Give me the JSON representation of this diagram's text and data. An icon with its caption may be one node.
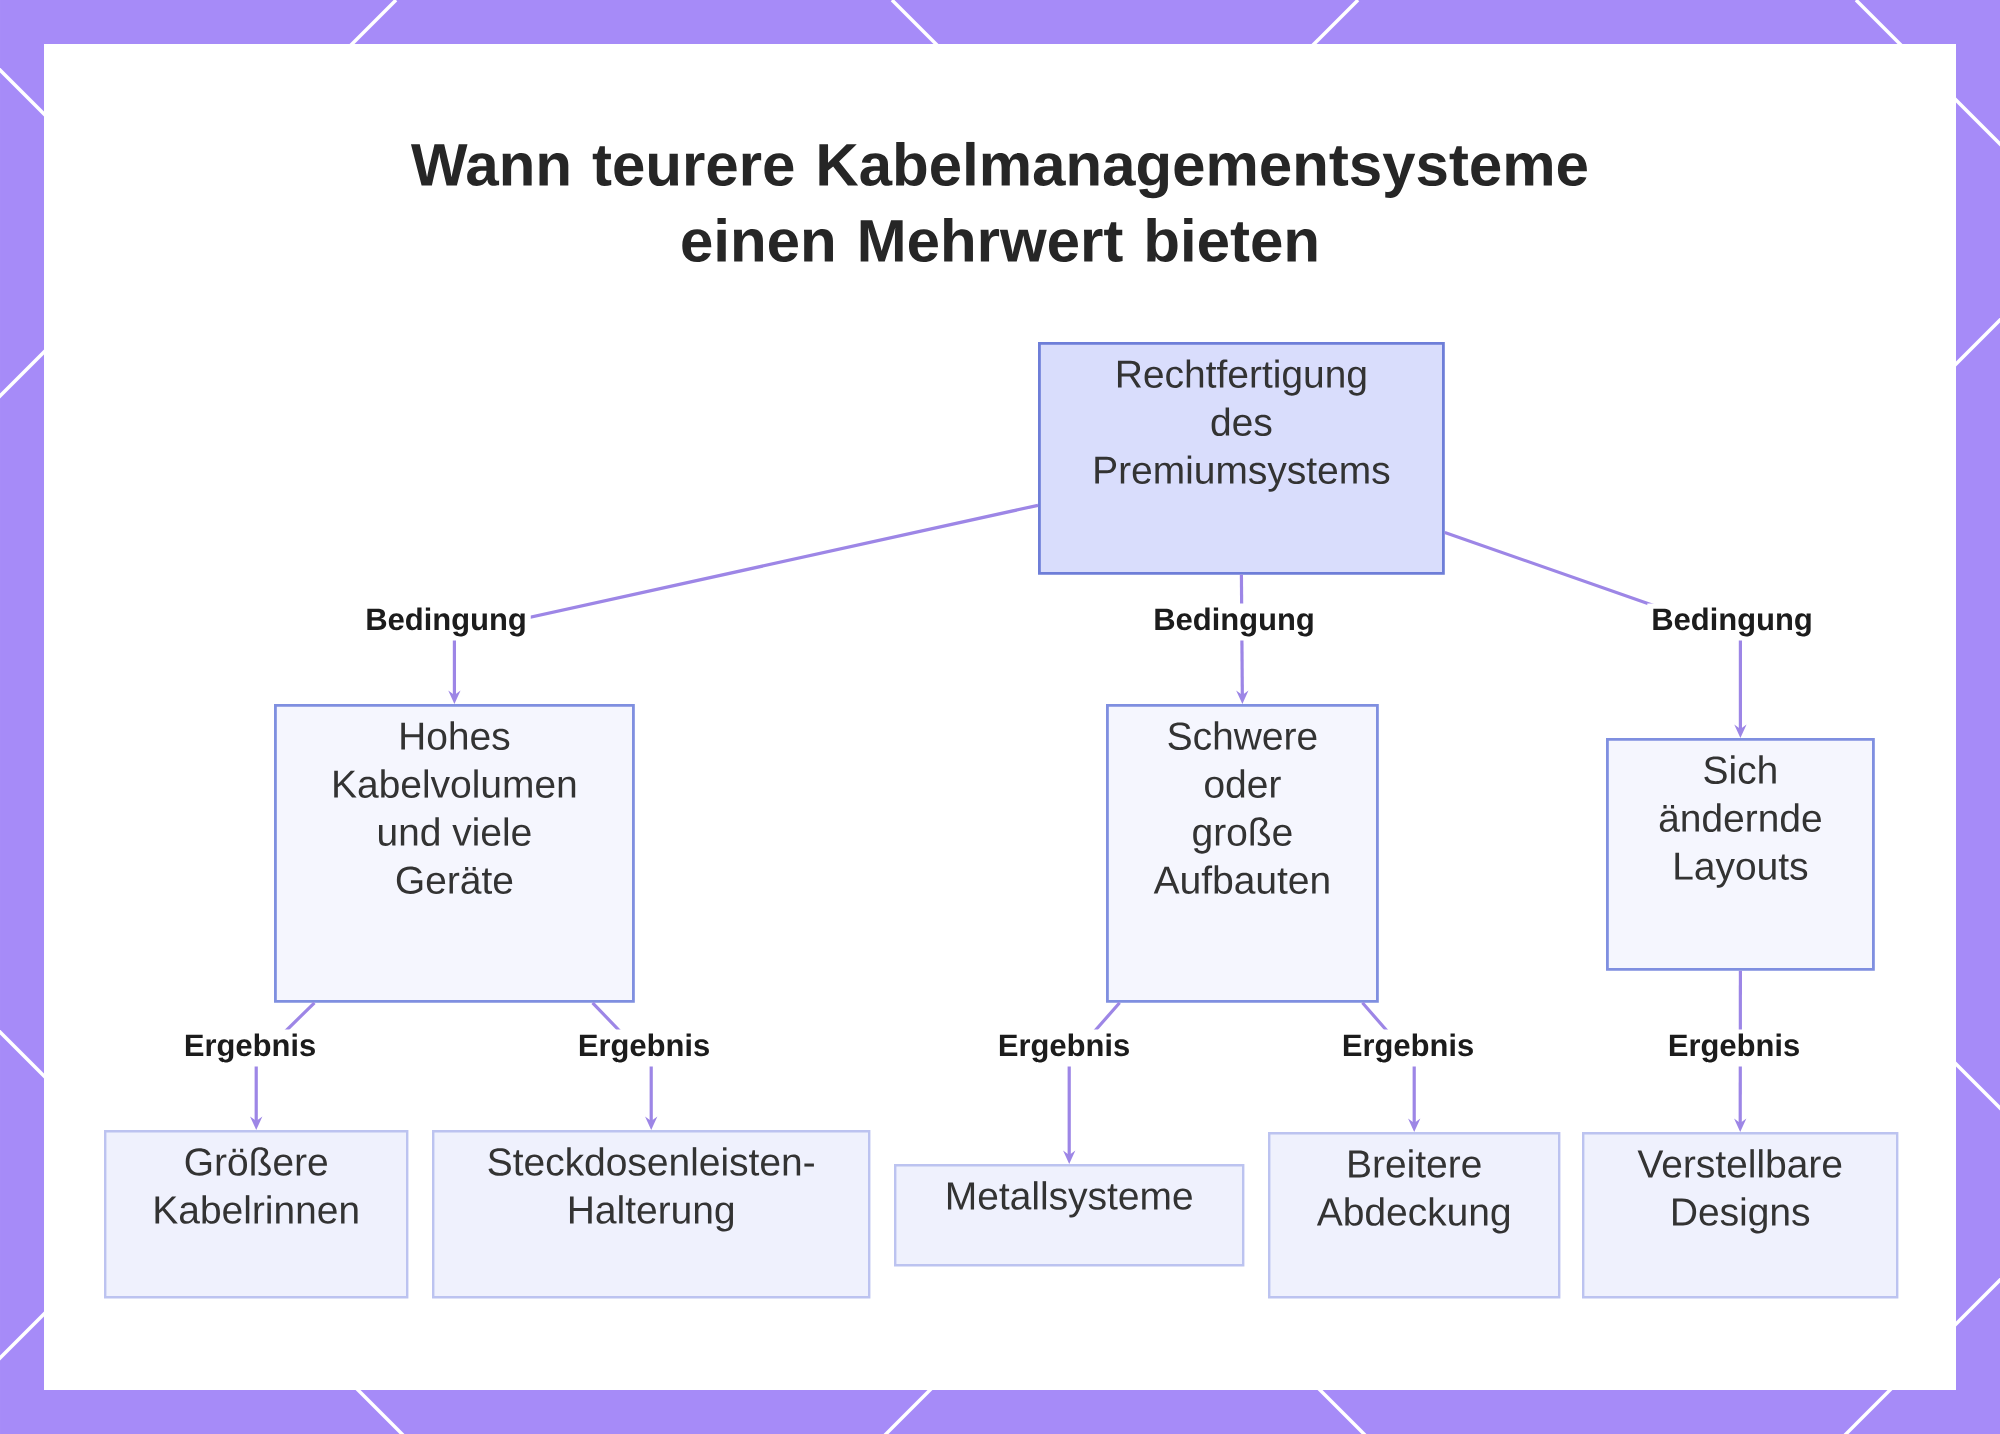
{
  "diagram": {
    "title": "Wann teurere Kabelmanagementsysteme einen Mehrwert bieten",
    "nodes": [
      {
        "text": [
          "Rechtfertigung des Premiumsystems"
        ]
      },
      {
        "text": [
          "Hohes Kabelvolumen und viele Geräte"
        ]
      },
      {
        "text": [
          "Schwere oder große Aufbauten"
        ]
      },
      {
        "text": [
          "Sich ändernde Layouts"
        ]
      },
      {
        "text": [
          "Größere Kabelrinnen"
        ]
      },
      {
        "text": [
          "Steckdosenleisten-Halterung"
        ]
      },
      {
        "text": [
          "Metallsysteme"
        ]
      },
      {
        "text": [
          "Breitere Abdeckung"
        ]
      },
      {
        "text": [
          "Verstellbare Designs"
        ]
      }
    ],
    "edges": [
      {
        "from": 0,
        "to": 1,
        "arrow": "to",
        "label": "Bedingung"
      },
      {
        "from": 0,
        "to": 2,
        "arrow": "to",
        "label": "Bedingung"
      },
      {
        "from": 0,
        "to": 3,
        "arrow": "to",
        "label": "Bedingung"
      },
      {
        "from": 1,
        "to": 4,
        "arrow": "to",
        "label": "Ergebnis"
      },
      {
        "from": 1,
        "to": 5,
        "arrow": "to",
        "label": "Ergebnis"
      },
      {
        "from": 2,
        "to": 6,
        "arrow": "to",
        "label": "Ergebnis"
      },
      {
        "from": 2,
        "to": 7,
        "arrow": "to",
        "label": "Ergebnis"
      },
      {
        "from": 3,
        "to": 8,
        "arrow": "to",
        "label": "Ergebnis"
      }
    ]
  }
}
